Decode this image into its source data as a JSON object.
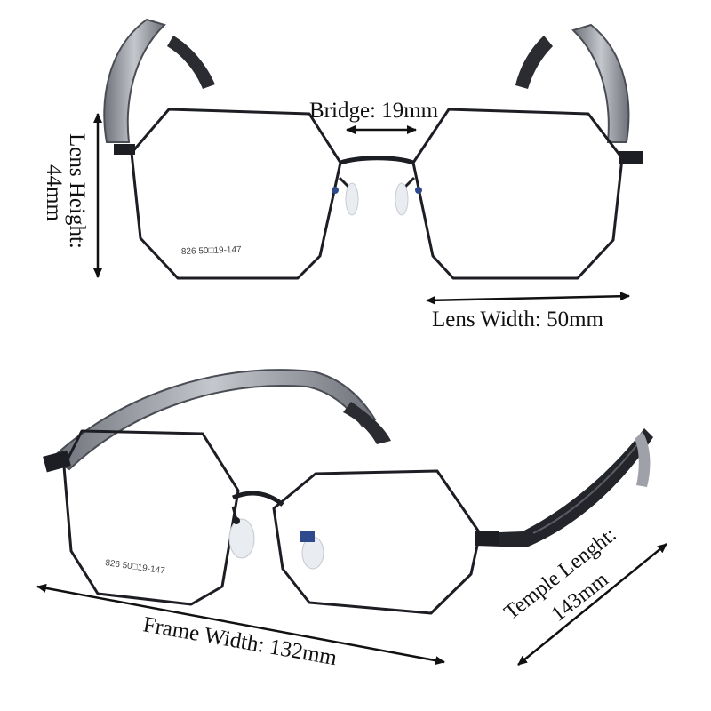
{
  "dimensions": {
    "bridge": "Bridge: 19mm",
    "lens_height_line1": "Lens Height:",
    "lens_height_line2": "44mm",
    "lens_width": "Lens Width: 50mm",
    "frame_width": "Frame Width:  132mm",
    "temple_length_line1": "Temple Lenght:",
    "temple_length_line2": "143mm"
  },
  "temple_marking": "826 50□19-147",
  "colors": {
    "frame": "#1c1e24",
    "temple": "#7d8088",
    "temple_shade": "#b9bcc2",
    "tip": "#2a2c31",
    "nose_pad": "#e9edf2",
    "arrow": "#111111"
  }
}
